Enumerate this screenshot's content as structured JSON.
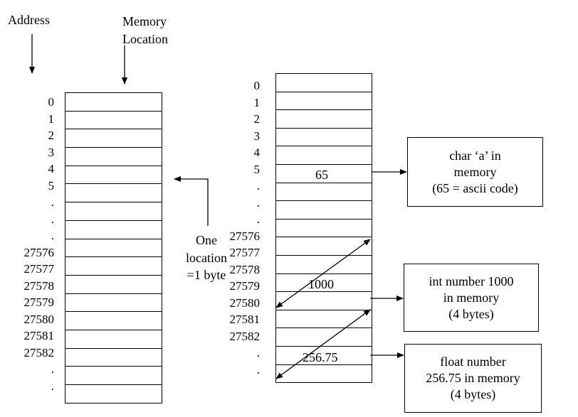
{
  "labels": {
    "address": "Address",
    "memory_location_line1": "Memory",
    "memory_location_line2": "Location",
    "one_location_line1": "One",
    "one_location_line2": "location",
    "one_location_line3": "=1 byte"
  },
  "left_column": {
    "addresses": [
      "0",
      "1",
      "2",
      "3",
      "4",
      "5",
      ".",
      ".",
      ".",
      "27576",
      "27577",
      "27578",
      "27579",
      "27580",
      "27581",
      "27582",
      ".",
      "."
    ]
  },
  "right_column": {
    "addresses": [
      "0",
      "1",
      "2",
      "3",
      "4",
      "5",
      ".",
      ".",
      ".",
      "27576",
      "27577",
      "27578",
      "27579",
      "27580",
      "27581",
      "27582",
      ".",
      "."
    ],
    "value_65": "65",
    "value_1000": "1000",
    "value_25675": "256.75"
  },
  "boxes": {
    "char_box": [
      "char ‘a’ in",
      "memory",
      "(65 = ascii code)"
    ],
    "int_box": [
      "int number 1000",
      "in memory",
      "(4 bytes)"
    ],
    "float_box": [
      "float number",
      "256.75 in memory",
      "(4 bytes)"
    ]
  }
}
